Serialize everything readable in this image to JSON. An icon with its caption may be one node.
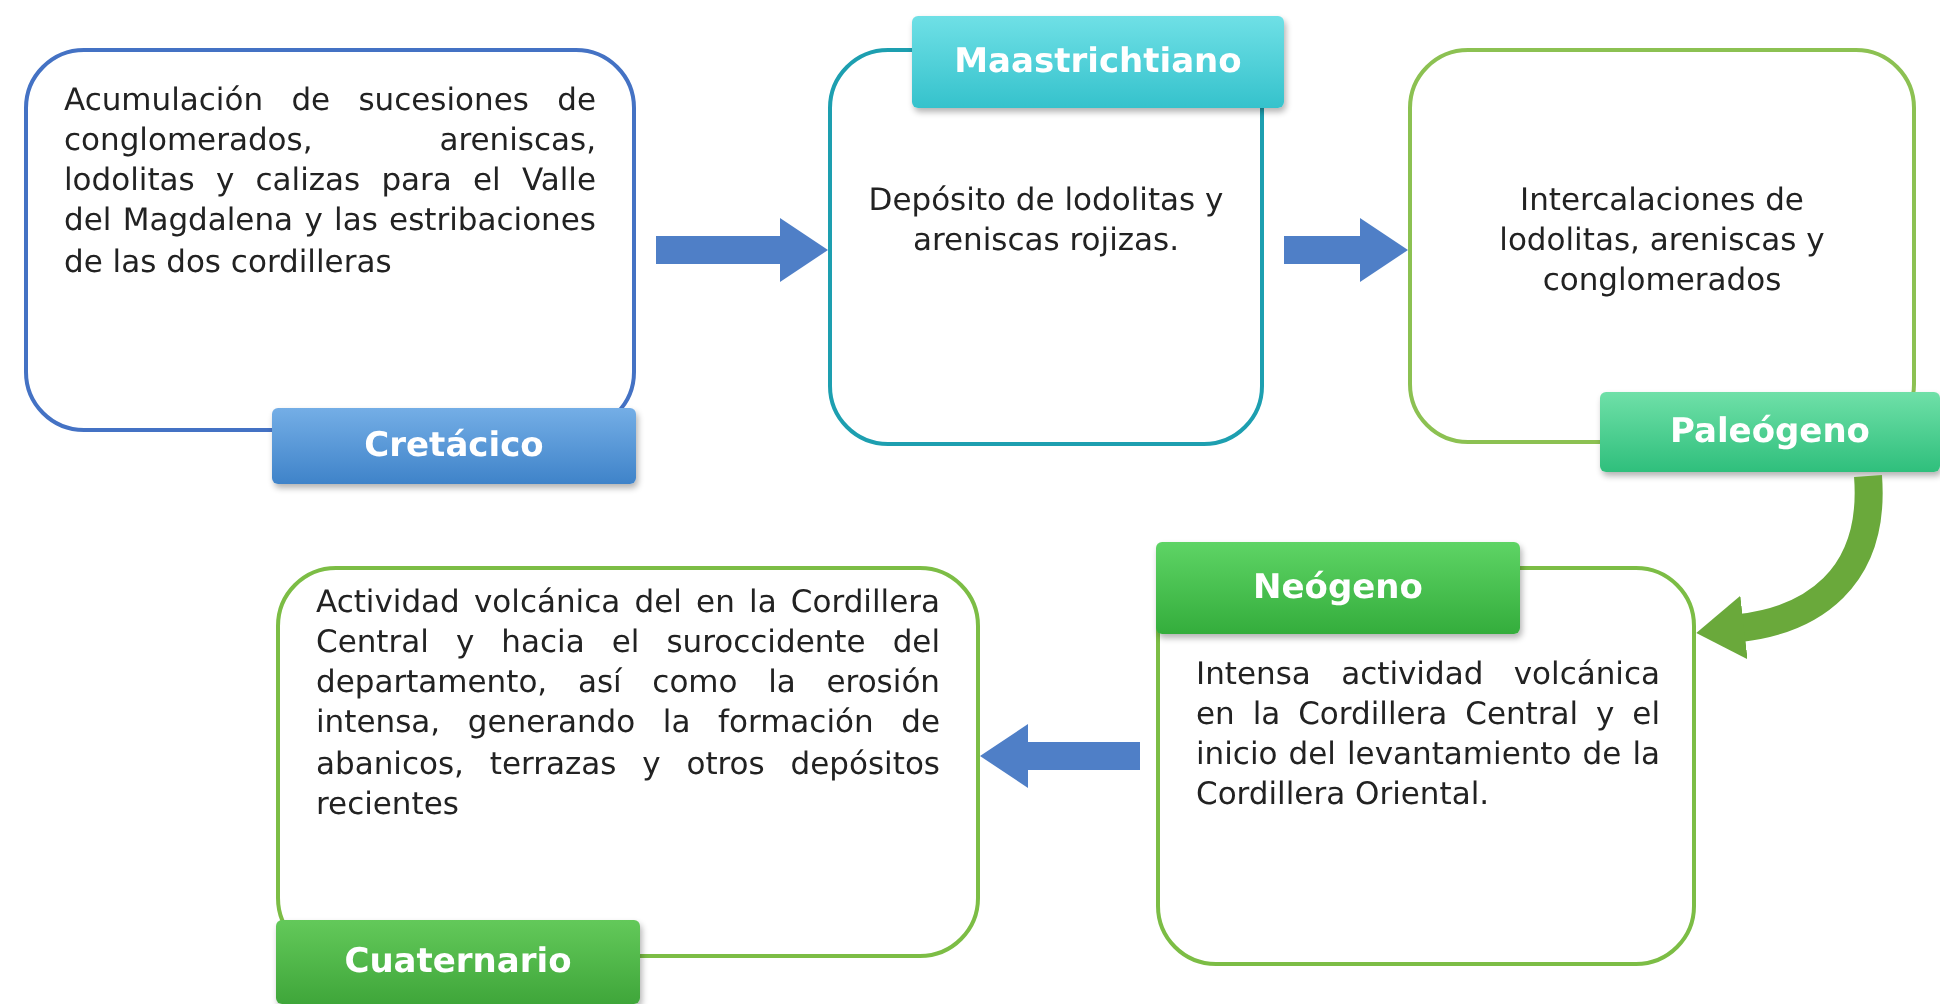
{
  "diagram": {
    "nodes": [
      {
        "text": [
          "Acumulación de sucesiones de conglomerados, areniscas, lodolitas y calizas para el Valle del Magdalena y las estribaciones de las dos cordilleras",
          "Cretácico"
        ]
      },
      {
        "text": [
          "Maastrichtiano",
          "Depósito de lodolitas y areniscas rojizas."
        ]
      },
      {
        "text": [
          "Intercalaciones de lodolitas, areniscas y conglomerados",
          "Paleógeno"
        ]
      },
      {
        "text": [
          "Neógeno",
          "Intensa actividad volcánica en la Cordillera Central y el inicio del levantamiento de la Cordillera Oriental."
        ]
      },
      {
        "text": [
          "Actividad volcánica del en la Cordillera Central y hacia el suroccidente del departamento, así como la erosión intensa, generando la formación de abanicos, terrazas y otros depósitos recientes",
          "Cuaternario"
        ]
      }
    ],
    "edges": [
      {
        "from": 0,
        "to": 1,
        "arrow": "to"
      },
      {
        "from": 1,
        "to": 2,
        "arrow": "to"
      },
      {
        "from": 2,
        "to": 3,
        "arrow": "to",
        "color": "#6aa93b"
      },
      {
        "from": 3,
        "to": 4,
        "arrow": "to"
      }
    ]
  }
}
